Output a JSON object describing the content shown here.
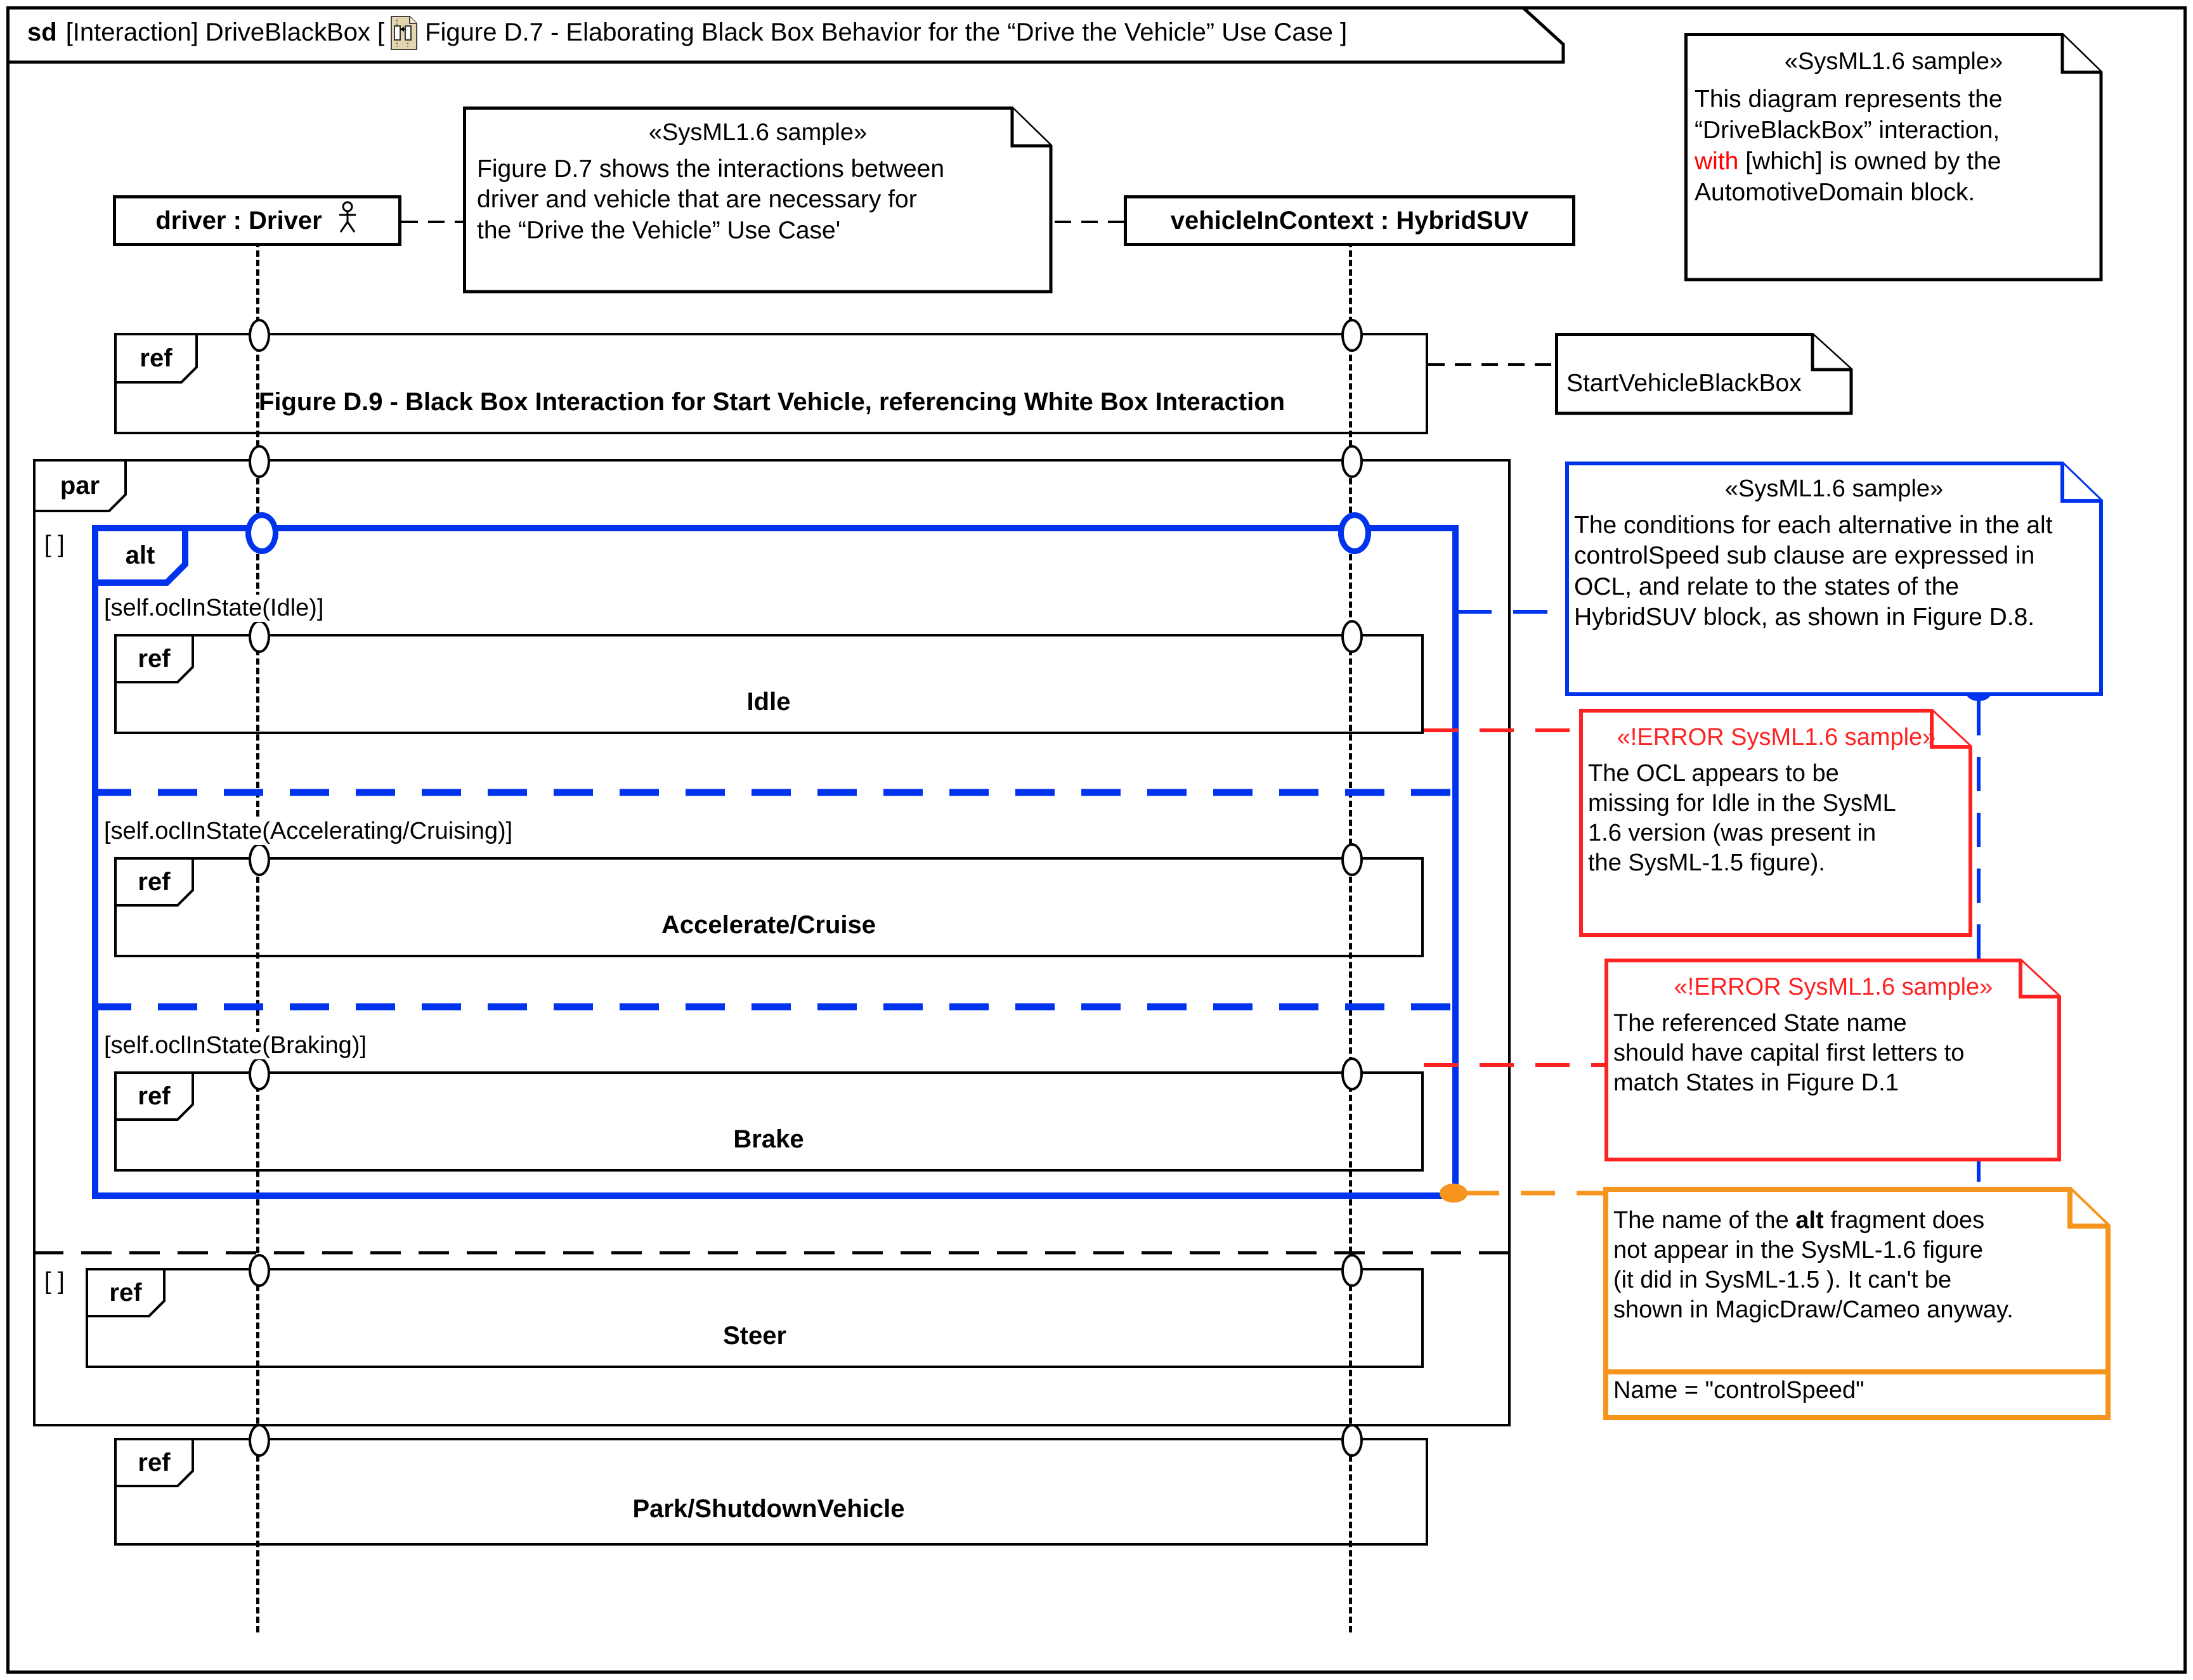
{
  "diagram": {
    "kind": "sd",
    "header_prefix": "sd",
    "header_text": "[Interaction] DriveBlackBox [",
    "header_icon": "interaction-diagram-icon",
    "header_title": "Figure D.7 - Elaborating Black Box Behavior for the “Drive the Vehicle” Use Case ]"
  },
  "lifelines": [
    {
      "name": "driver-lifeline",
      "label": "driver : Driver",
      "actor_icon": "actor-stick-figure-icon"
    },
    {
      "name": "vehicle-lifeline",
      "label": "vehicleInContext : HybridSUV",
      "actor_icon": ""
    }
  ],
  "notes": {
    "driver_note": {
      "stereotype": "«SysML1.6 sample»",
      "lines": [
        "Figure D.7 shows the interactions between",
        "driver and vehicle that are necessary for",
        "the “Drive the Vehicle” Use Case'"
      ],
      "color": "#000000"
    },
    "diagram_note": {
      "stereotype": "«SysML1.6 sample»",
      "line1": "This diagram represents the",
      "line2": "“DriveBlackBox” interaction,",
      "line3_red": "with",
      "line3_rest": " [which] is owned by the",
      "line4": "AutomotiveDomain block.",
      "color": "#000000",
      "accent": "#FF0000"
    },
    "start_vehicle_note": {
      "label": "StartVehicleBlackBox",
      "color": "#000000"
    },
    "alt_condition_note": {
      "stereotype": "«SysML1.6 sample»",
      "lines": [
        "The conditions for each alternative in the alt",
        "controlSpeed sub clause are expressed in",
        "OCL, and relate to the states of the",
        "HybridSUV block, as shown in Figure D.8."
      ],
      "color": "#0033EE"
    },
    "error_note_1": {
      "stereotype": "«!ERROR SysML1.6 sample»",
      "lines": [
        "The OCL appears to be",
        "missing for Idle in the SysML",
        "1.6 version (was present in",
        "the SysML-1.5 figure)."
      ],
      "color": "#FF2222"
    },
    "error_note_2": {
      "stereotype": "«!ERROR SysML1.6 sample»",
      "lines": [
        "The referenced State name",
        "should have capital first letters to",
        "match States in Figure D.1"
      ],
      "color": "#FF2222"
    },
    "alt_name_note": {
      "line1_pre": "The name of the ",
      "line1_bold": "alt",
      "line1_post": " fragment does",
      "line2": "not appear in the SysML-1.6 figure",
      "line3": "(it did in SysML-1.5 ). It can't be",
      "line4": "shown in MagicDraw/Cameo anyway.",
      "compartment": "Name = \"controlSpeed\"",
      "color": "#F7941E"
    }
  },
  "fragments": {
    "ref_start_vehicle": {
      "operator": "ref",
      "label": "Figure D.9 - Black Box Interaction for Start Vehicle, referencing White Box Interaction"
    },
    "par": {
      "operator": "par",
      "operand_guards": [
        "[ ]",
        "[ ]"
      ]
    },
    "alt": {
      "operator": "alt",
      "color": "#0033EE",
      "operands": [
        {
          "guard": "[self.oclInState(Idle)]",
          "ref_operator": "ref",
          "ref_label": "Idle"
        },
        {
          "guard": "[self.oclInState(Accelerating/Cruising)]",
          "ref_operator": "ref",
          "ref_label": "Accelerate/Cruise"
        },
        {
          "guard": "[self.oclInState(Braking)]",
          "ref_operator": "ref",
          "ref_label": "Brake"
        }
      ]
    },
    "ref_steer": {
      "operator": "ref",
      "label": "Steer"
    },
    "ref_park": {
      "operator": "ref",
      "label": "Park/ShutdownVehicle"
    }
  }
}
